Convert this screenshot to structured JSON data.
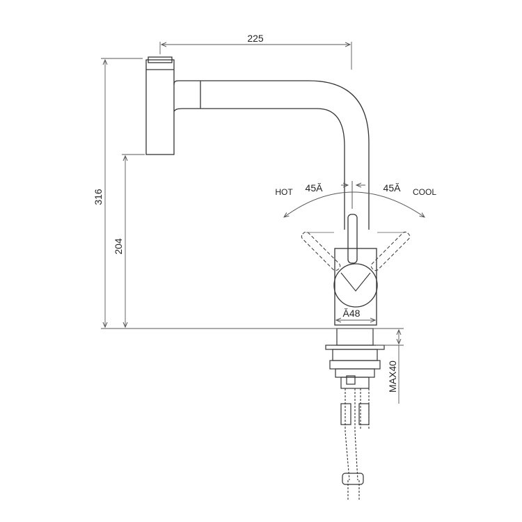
{
  "dimensions": {
    "total_width": "225",
    "total_height": "316",
    "spout_height": "204",
    "body_diameter": "Ă48",
    "max_thickness": "MAX40"
  },
  "handle": {
    "hot_label": "HOT",
    "hot_angle": "45Ă",
    "cool_label": "COOL",
    "cool_angle": "45Ă"
  },
  "colors": {
    "line": "#333333",
    "dim_line": "#555555",
    "background": "#ffffff"
  }
}
